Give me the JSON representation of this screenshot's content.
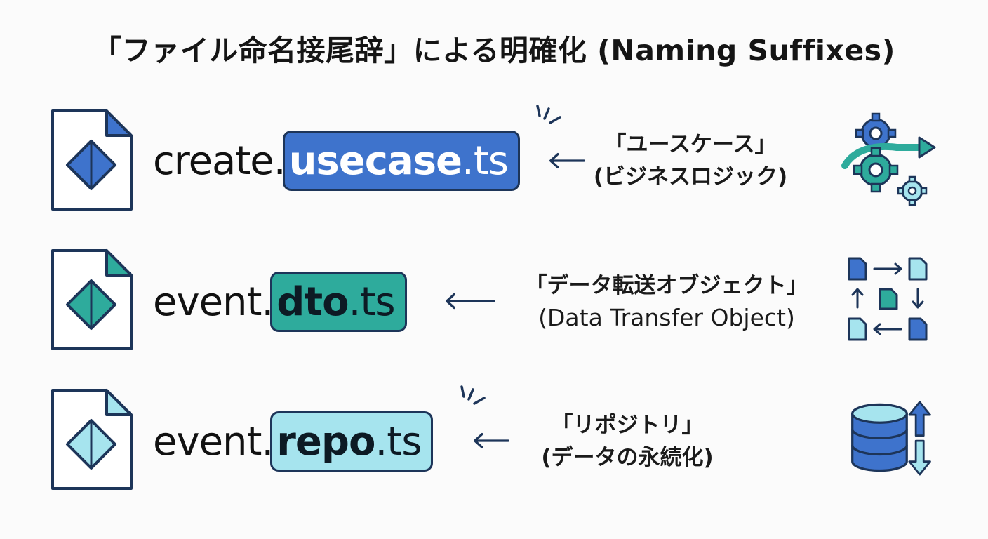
{
  "title": "「ファイル命名接尾辞」による明確化 (Naming Suffixes)",
  "rows": [
    {
      "prefix": "create.",
      "suffix": "usecase",
      "ext": ".ts",
      "desc_line1": "「ユースケース」",
      "desc_line2": "(ビジネスロジック)",
      "doc_color": "#3e73cc",
      "pill_color": "#3e73cc",
      "icon": "gears-arrow-icon"
    },
    {
      "prefix": "event.",
      "suffix": "dto",
      "ext": ".ts",
      "desc_line1": "「データ転送オブジェクト」",
      "desc_line2": "(Data Transfer Object)",
      "doc_color": "#2eab9c",
      "pill_color": "#2eab9c",
      "icon": "data-transfer-icon"
    },
    {
      "prefix": "event.",
      "suffix": "repo",
      "ext": ".ts",
      "desc_line1": "「リポジトリ」",
      "desc_line2": "(データの永続化)",
      "doc_color": "#a6e4ee",
      "pill_color": "#a6e4ee",
      "icon": "database-sync-icon"
    }
  ]
}
